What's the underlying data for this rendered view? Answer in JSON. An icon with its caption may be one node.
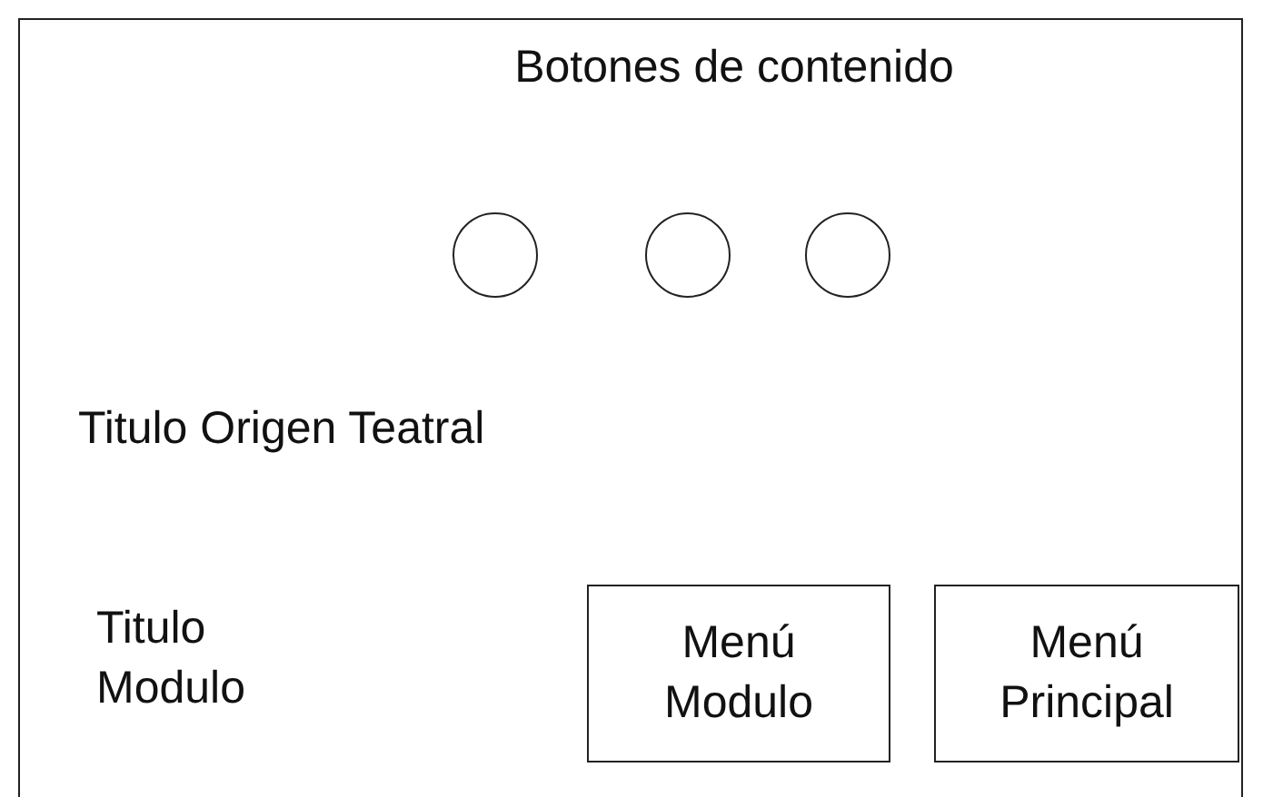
{
  "diagram": {
    "nodes": [
      {
        "text": [],
        "shape": "box"
      },
      {
        "text": [],
        "shape": "circle",
        "in": 0
      },
      {
        "text": [],
        "shape": "circle",
        "in": 0
      },
      {
        "text": [],
        "shape": "circle",
        "in": 0
      },
      {
        "text": [
          "Menú Modulo"
        ],
        "in": 0
      },
      {
        "text": [
          "Menú Principal"
        ],
        "in": 0
      }
    ],
    "edges": [],
    "labels": [
      "Botones de contenido",
      "Titulo Origen Teatral",
      "Titulo Modulo"
    ]
  }
}
